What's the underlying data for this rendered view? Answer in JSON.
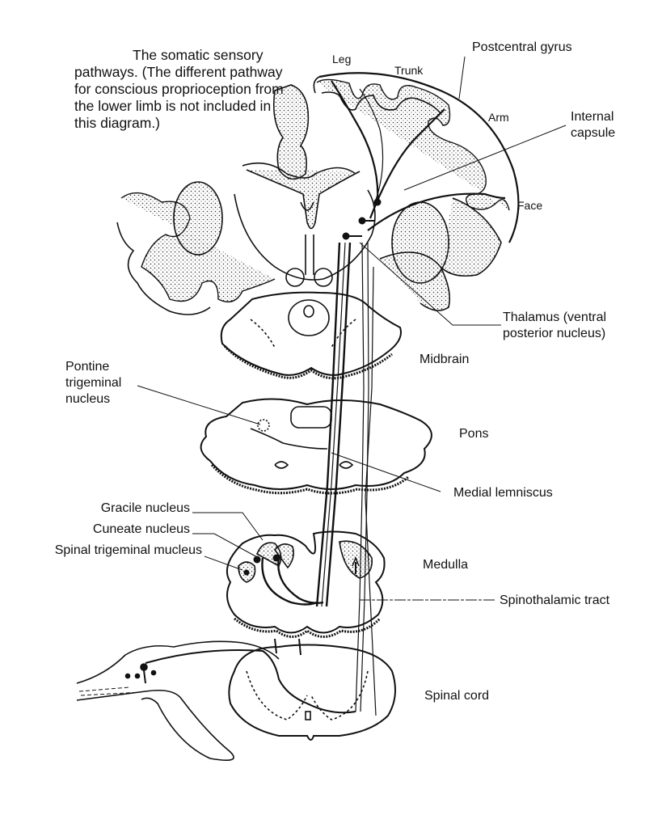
{
  "caption": {
    "line1": "The somatic sensory",
    "rest": "pathways.  (The different pathway for conscious proprioception from the lower limb is not included in this diagram.)"
  },
  "labels": {
    "leg": "Leg",
    "trunk": "Trunk",
    "arm": "Arm",
    "face": "Face",
    "postcentral_gyrus": "Postcentral gyrus",
    "internal_capsule_1": "Internal",
    "internal_capsule_2": "capsule",
    "thalamus_1": "Thalamus  (ventral",
    "thalamus_2": "posterior nucleus)",
    "midbrain": "Midbrain",
    "pontine_1": "Pontine",
    "pontine_2": "trigeminal",
    "pontine_3": "nucleus",
    "pons": "Pons",
    "medial_lemniscus": "Medial lemniscus",
    "gracile_nucleus": "Gracile nucleus",
    "cuneate_nucleus": "Cuneate nucleus",
    "spinal_trigeminal": "Spinal trigeminal mucleus",
    "medulla": "Medulla",
    "spinothalamic_tract": "Spinothalamic tract",
    "spinal_cord": "Spinal cord"
  }
}
